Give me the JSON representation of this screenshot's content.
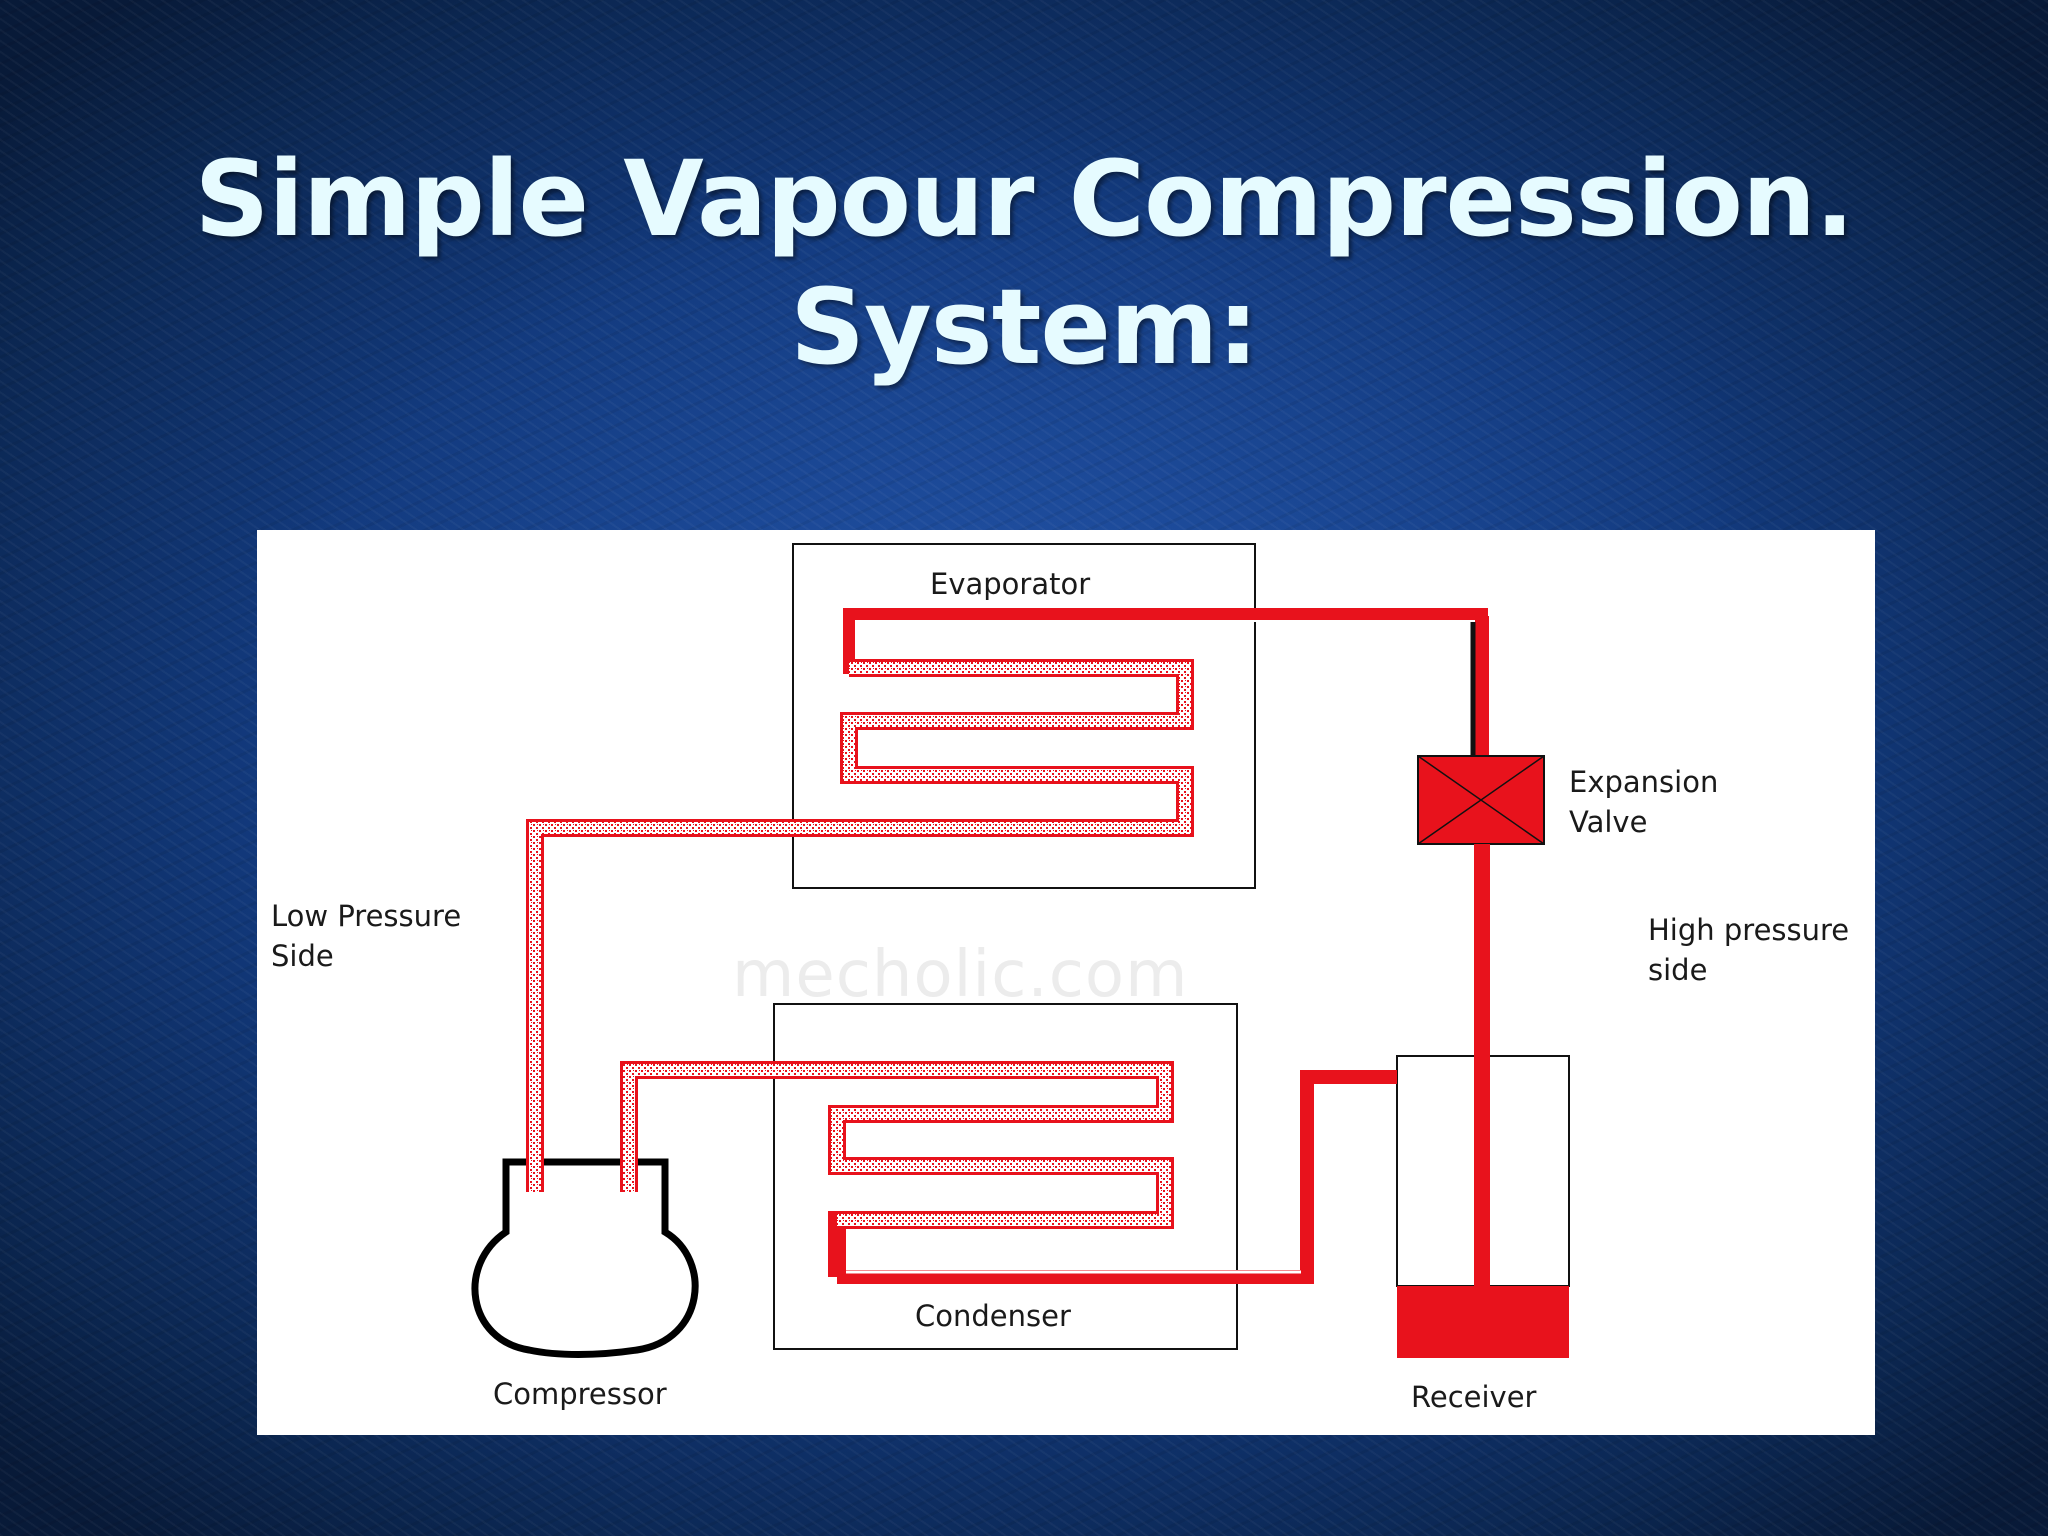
{
  "title": {
    "line1": "Simple Vapour Compression.",
    "line2": "System:"
  },
  "diagram": {
    "labels": {
      "evaporator": "Evaporator",
      "expansion_valve_line1": "Expansion",
      "expansion_valve_line2": "Valve",
      "low_pressure_line1": "Low Pressure",
      "low_pressure_line2": "Side",
      "high_pressure_line1": "High pressure",
      "high_pressure_line2": "side",
      "condenser": "Condenser",
      "compressor": "Compressor",
      "receiver": "Receiver"
    },
    "watermark": "mecholic.com"
  },
  "colors": {
    "refrigerant_line": "#e8121c",
    "background_blue": "#12397c",
    "title_text": "#e6fbff"
  }
}
